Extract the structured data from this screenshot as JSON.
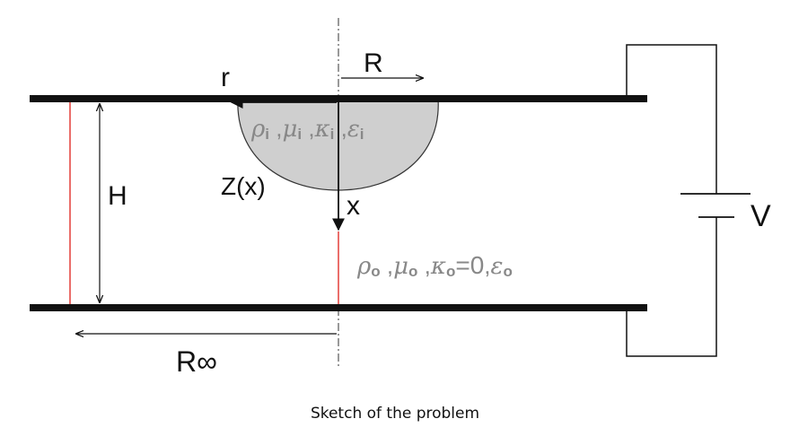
{
  "labels": {
    "r": "r",
    "R": "R",
    "H": "H",
    "Z": "Z(x)",
    "x": "x",
    "V": "V",
    "R_inf": "R∞"
  },
  "inner_props": {
    "rho": "ρ",
    "rho_sub": "i",
    "mu": "μ",
    "mu_sub": "i",
    "kappa": "κ",
    "kappa_sub": "i",
    "eps": "ε",
    "eps_sub": "i"
  },
  "outer_props": {
    "rho": "ρ",
    "rho_sub": "o",
    "mu": "μ",
    "mu_sub": "o",
    "kappa": "κ",
    "kappa_sub": "o",
    "kappa_eq": "=0",
    "eps": "ε",
    "eps_sub": "o"
  },
  "caption": "Sketch of the problem",
  "colors": {
    "plate": "#111111",
    "drop_fill": "#cfcfcf",
    "domain_box": "#e0302c",
    "property_text": "#888888"
  }
}
